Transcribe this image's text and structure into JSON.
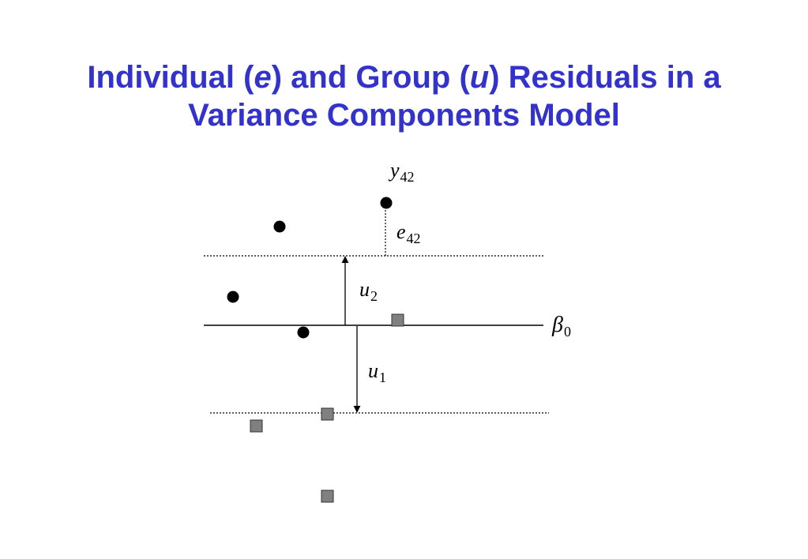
{
  "title": {
    "line1_a": "Individual (",
    "line1_e": "e",
    "line1_b": ") and Group (",
    "line1_u": "u",
    "line1_c": ") Residuals in a",
    "line2": "Variance Components Model"
  },
  "labels": {
    "y42_main": "y",
    "y42_sub": "42",
    "e42_main": "e",
    "e42_sub": "42",
    "u2_main": "u",
    "u2_sub": "2",
    "u1_main": "u",
    "u1_sub": "1",
    "beta0_main": "β",
    "beta0_sub": "0"
  },
  "colors": {
    "title": "#3333CC",
    "line": "#000000",
    "circle_fill": "#000000",
    "square_fill": "#808080",
    "square_stroke": "#333333"
  }
}
